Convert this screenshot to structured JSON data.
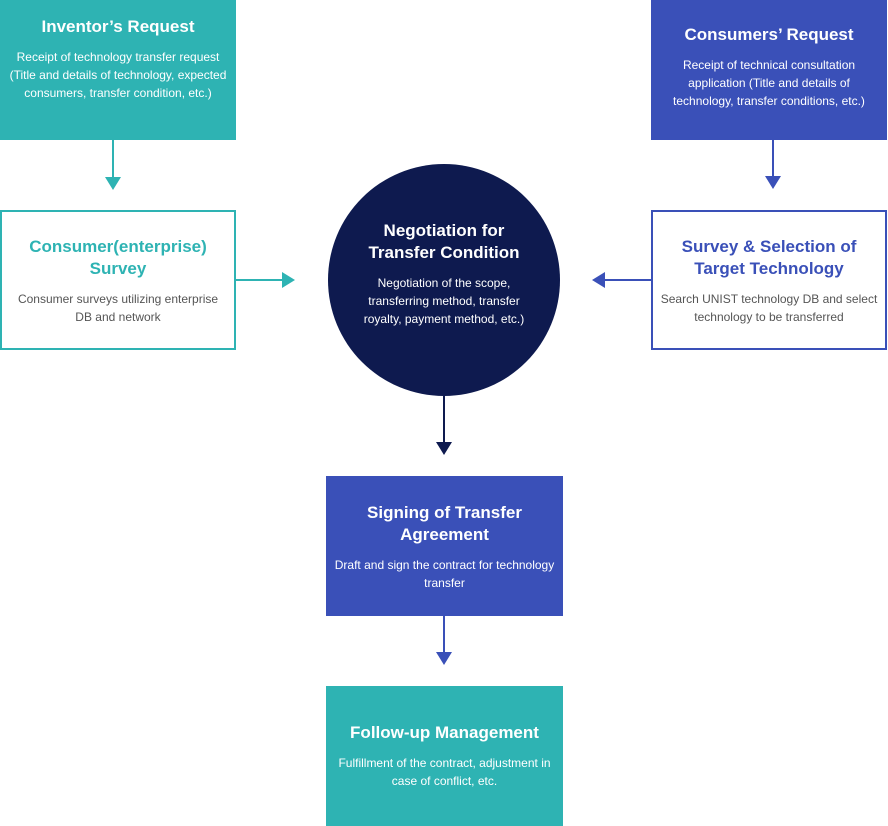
{
  "inventor_request": {
    "title": "Inventor’s Request",
    "desc": "Receipt of technology transfer request (Title and details of technology, expected consumers, transfer condition, etc.)"
  },
  "consumers_request": {
    "title": "Consumers’ Request",
    "desc": "Receipt of technical consultation application  (Title and details of technology, transfer conditions, etc.)"
  },
  "consumer_survey": {
    "title": "Consumer(enterprise) Survey",
    "desc": "Consumer surveys utilizing enterprise DB and network"
  },
  "target_technology": {
    "title": "Survey & Selection of Target Technology",
    "desc": "Search UNIST technology DB and select technology to be transferred"
  },
  "negotiation": {
    "title": "Negotiation for Transfer Condition",
    "desc": "Negotiation of the scope, transferring method, transfer royalty, payment method, etc.)"
  },
  "signing": {
    "title": "Signing of Transfer Agreement",
    "desc": "Draft and sign the contract for technology transfer"
  },
  "followup": {
    "title": "Follow-up Management",
    "desc": "Fulfillment of the contract, adjustment in case of conflict, etc."
  },
  "colors": {
    "teal": "#2eb3b3",
    "blue": "#3a50b8",
    "navy": "#0e1a4f"
  }
}
